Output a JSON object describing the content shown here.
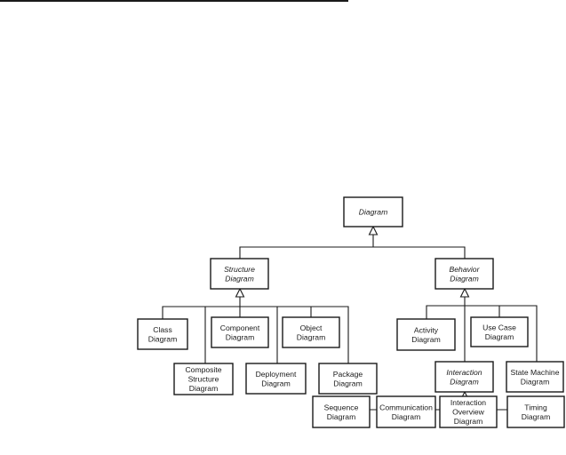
{
  "nodes": {
    "diagram": {
      "lines": [
        "Diagram"
      ],
      "abstract": true
    },
    "structure": {
      "lines": [
        "Structure",
        "Diagram"
      ],
      "abstract": true
    },
    "behavior": {
      "lines": [
        "Behavior",
        "Diagram"
      ],
      "abstract": true
    },
    "class": {
      "lines": [
        "Class",
        "Diagram"
      ],
      "abstract": false
    },
    "component": {
      "lines": [
        "Component",
        "Diagram"
      ],
      "abstract": false
    },
    "object": {
      "lines": [
        "Object",
        "Diagram"
      ],
      "abstract": false
    },
    "composite": {
      "lines": [
        "Composite",
        "Structure",
        "Diagram"
      ],
      "abstract": false
    },
    "deployment": {
      "lines": [
        "Deployment",
        "Diagram"
      ],
      "abstract": false
    },
    "package": {
      "lines": [
        "Package",
        "Diagram"
      ],
      "abstract": false
    },
    "activity": {
      "lines": [
        "Activity",
        "Diagram"
      ],
      "abstract": false
    },
    "usecase": {
      "lines": [
        "Use Case",
        "Diagram"
      ],
      "abstract": false
    },
    "interaction": {
      "lines": [
        "Interaction",
        "Diagram"
      ],
      "abstract": true
    },
    "statemachine": {
      "lines": [
        "State Machine",
        "Diagram"
      ],
      "abstract": false
    },
    "sequence": {
      "lines": [
        "Sequence",
        "Diagram"
      ],
      "abstract": false
    },
    "communication": {
      "lines": [
        "Communication",
        "Diagram"
      ],
      "abstract": false
    },
    "interactionoverview": {
      "lines": [
        "Interaction",
        "Overview",
        "Diagram"
      ],
      "abstract": false
    },
    "timing": {
      "lines": [
        "Timing",
        "Diagram"
      ],
      "abstract": false
    }
  }
}
